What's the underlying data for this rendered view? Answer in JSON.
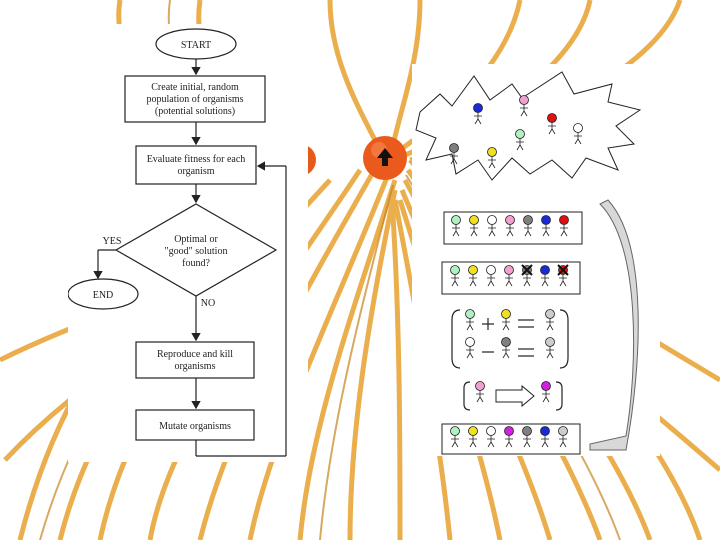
{
  "flowchart": {
    "start": "START",
    "step_create_line1": "Create initial, random",
    "step_create_line2": "population of organisms",
    "step_create_line3": "(potential solutions)",
    "step_evaluate_line1": "Evaluate fitness for each",
    "step_evaluate_line2": "organism",
    "decision_line1": "Optimal or",
    "decision_line2": "\"good\" solution",
    "decision_line3": "found?",
    "yes_label": "YES",
    "no_label": "NO",
    "end": "END",
    "step_reproduce_line1": "Reproduce and kill",
    "step_reproduce_line2": "organisms",
    "step_mutate": "Mutate organisms"
  },
  "illustration": {
    "colors": {
      "blue": "#1a2ad8",
      "pink": "#f0a0d0",
      "red": "#e01010",
      "white": "#ffffff",
      "gray": "#808080",
      "yellow": "#f0e020",
      "green": "#b0f0c0",
      "magenta": "#d020e0",
      "lightgray": "#cccccc"
    },
    "cloud_population": [
      "blue",
      "pink",
      "red",
      "white",
      "gray",
      "yellow",
      "green"
    ],
    "row_evaluated": [
      "green",
      "yellow",
      "white",
      "pink",
      "gray",
      "blue",
      "red"
    ],
    "row_selected": [
      "green",
      "yellow",
      "white",
      "pink",
      "gray",
      "blue",
      "red"
    ],
    "row_selected_killed": [
      false,
      false,
      false,
      false,
      true,
      false,
      true
    ],
    "crossover": [
      {
        "parent_a": "green",
        "parent_b": "yellow",
        "child": "lightgray"
      },
      {
        "parent_a": "white",
        "parent_b": "gray",
        "child": "lightgray"
      }
    ],
    "mutation": {
      "from": "pink",
      "to": "magenta"
    },
    "row_next_generation": [
      "green",
      "yellow",
      "white",
      "magenta",
      "gray",
      "blue",
      "lightgray"
    ],
    "badge_icon": "up-arrow-icon"
  }
}
